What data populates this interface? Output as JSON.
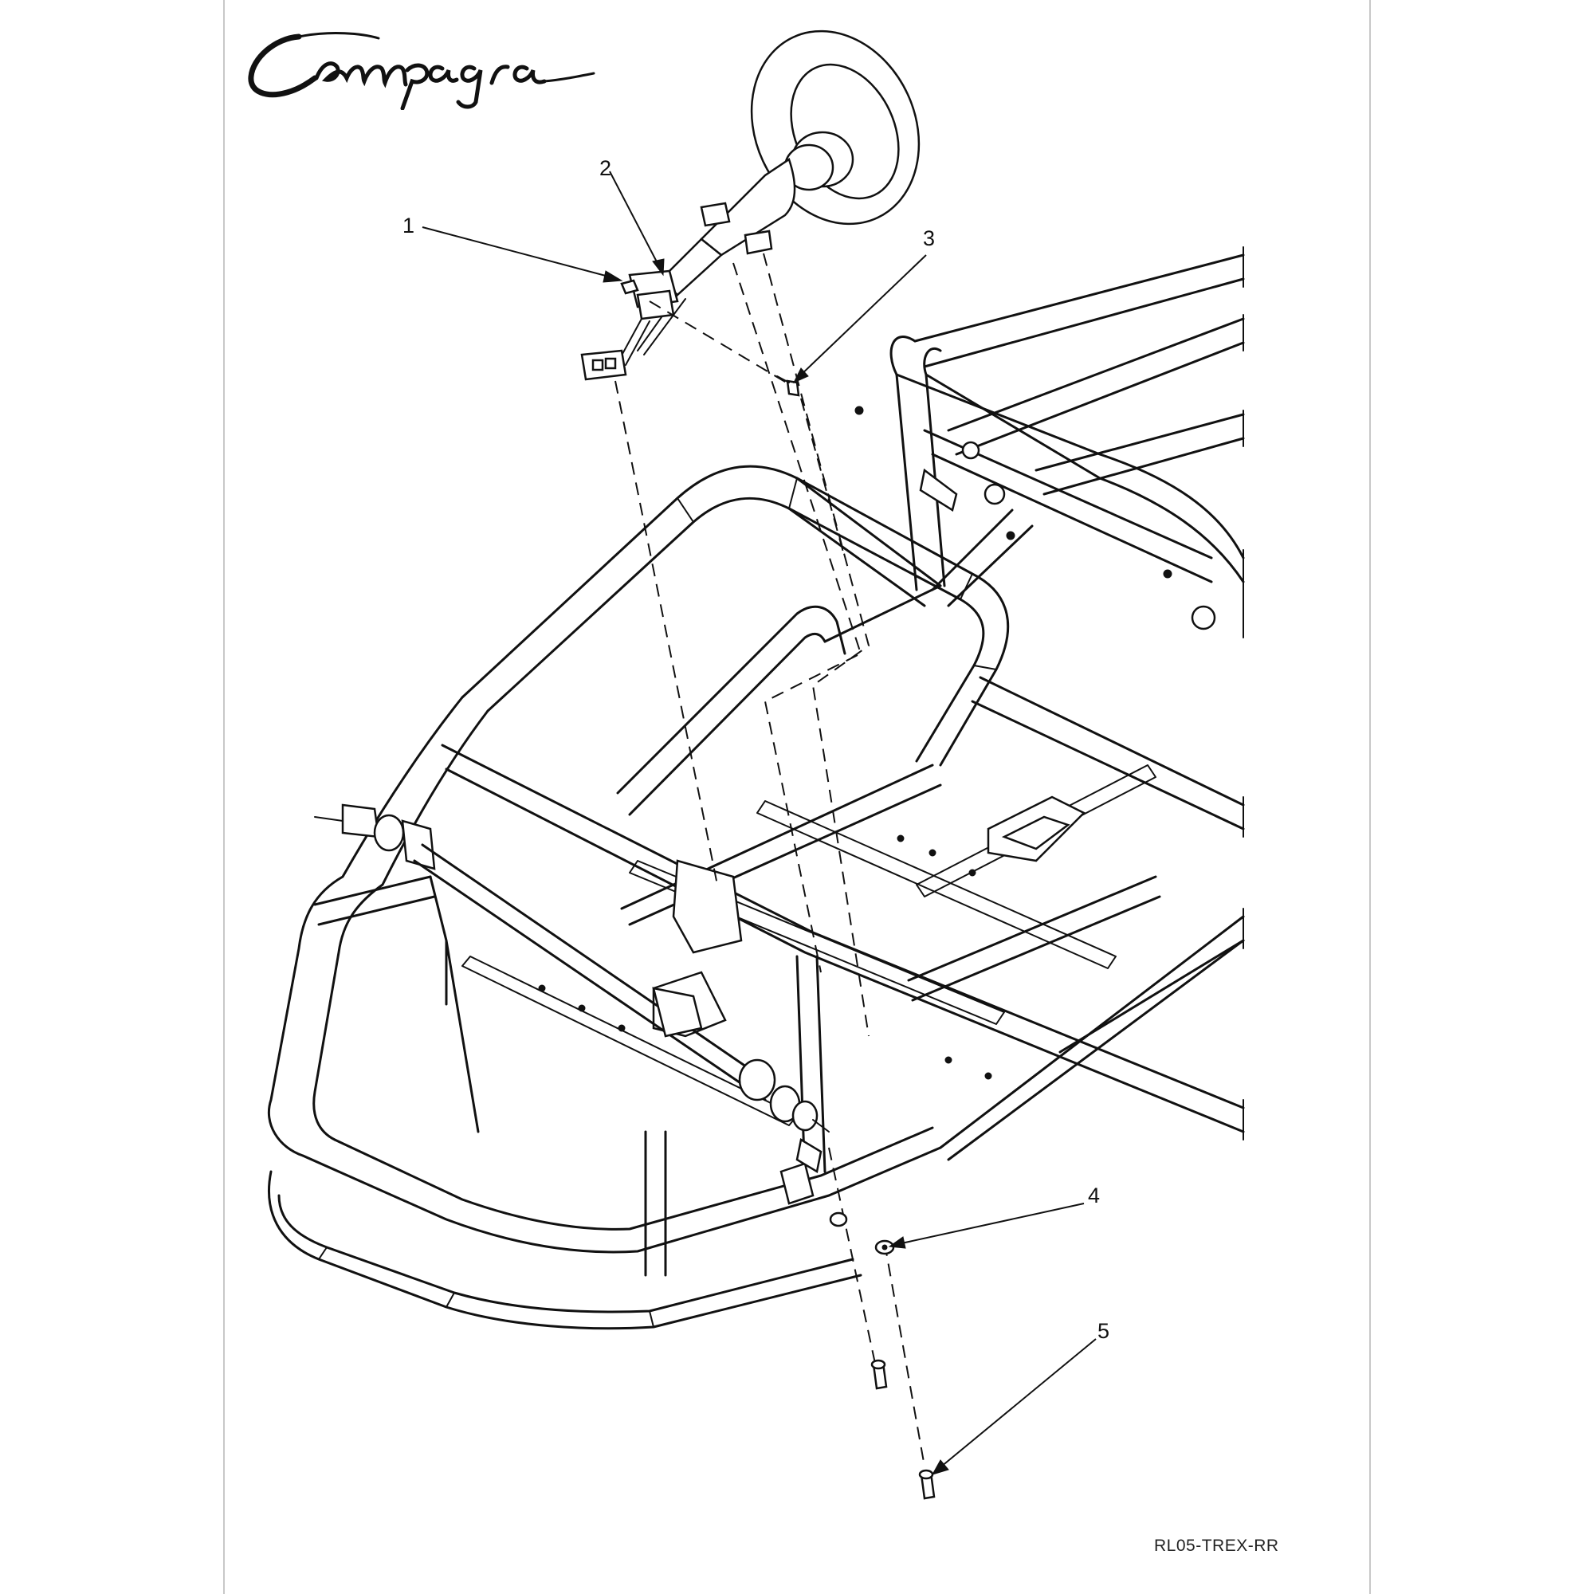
{
  "logo": {
    "brand": "Campagna"
  },
  "callouts": {
    "c1": "1",
    "c2": "2",
    "c3": "3",
    "c4": "4",
    "c5": "5"
  },
  "footer": {
    "drawing_code": "RL05-TREX-RR"
  }
}
